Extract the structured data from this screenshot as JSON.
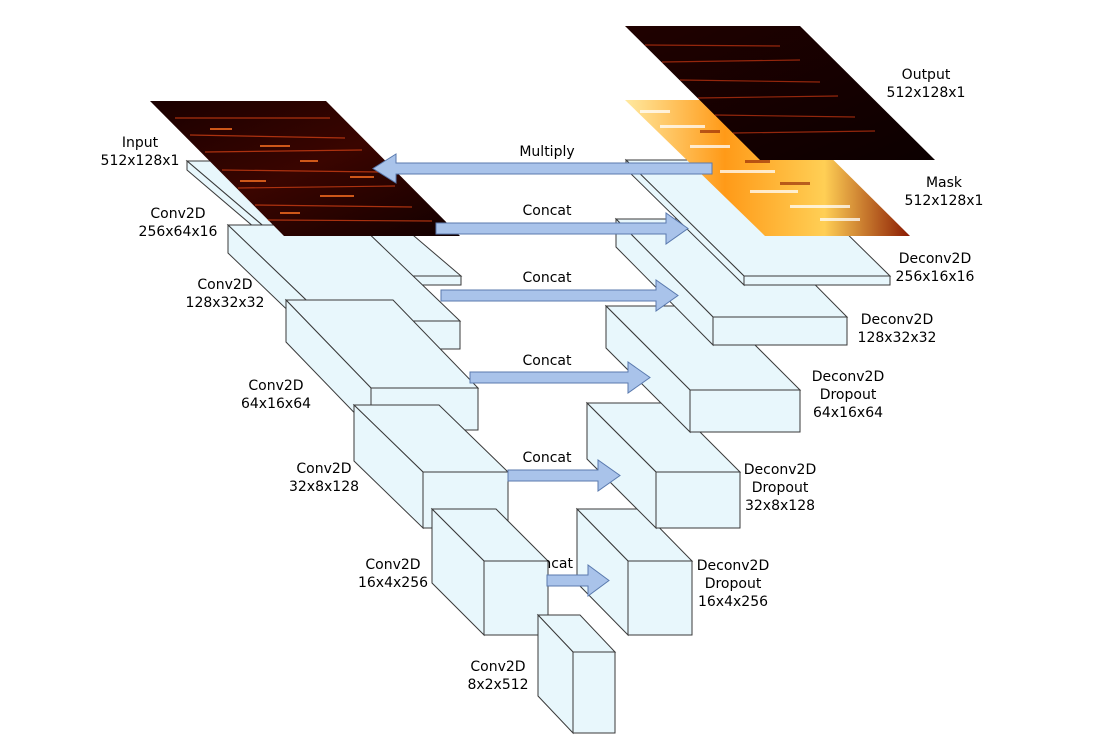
{
  "spectrograms": [
    {
      "name": "input-spectrogram",
      "color": "#b8321a"
    },
    {
      "name": "mask-spectrogram",
      "color": "#fff4c0"
    },
    {
      "name": "output-spectrogram",
      "color": "#a82a10"
    }
  ],
  "labels": {
    "input": {
      "line1": "Input",
      "line2": "512x128x1"
    },
    "output": {
      "line1": "Output",
      "line2": "512x128x1"
    },
    "mask": {
      "line1": "Mask",
      "line2": "512x128x1"
    },
    "enc1": {
      "line1": "Conv2D",
      "line2": "256x64x16"
    },
    "enc2": {
      "line1": "Conv2D",
      "line2": "128x32x32"
    },
    "enc3": {
      "line1": "Conv2D",
      "line2": "64x16x64"
    },
    "enc4": {
      "line1": "Conv2D",
      "line2": "32x8x128"
    },
    "enc5": {
      "line1": "Conv2D",
      "line2": "16x4x256"
    },
    "enc6": {
      "line1": "Conv2D",
      "line2": "8x2x512"
    },
    "dec1": {
      "line1": "Deconv2D",
      "line2": "256x16x16"
    },
    "dec2": {
      "line1": "Deconv2D",
      "line2": "128x32x32"
    },
    "dec3": {
      "line1": "Deconv2D",
      "line2": "Dropout",
      "line3": "64x16x64"
    },
    "dec4": {
      "line1": "Deconv2D",
      "line2": "Dropout",
      "line3": "32x8x128"
    },
    "dec5": {
      "line1": "Deconv2D",
      "line2": "Dropout",
      "line3": "16x4x256"
    }
  },
  "arrows": {
    "multiply": "Multiply",
    "concat1": "Concat",
    "concat2": "Concat",
    "concat3": "Concat",
    "concat4": "Concat",
    "concat5": "Concat"
  },
  "colors": {
    "block_fill": "#e8f7fc",
    "block_edge": "#3a3a3a",
    "arrow_fill": "#a9c3ea",
    "arrow_edge": "#5a7aae"
  }
}
